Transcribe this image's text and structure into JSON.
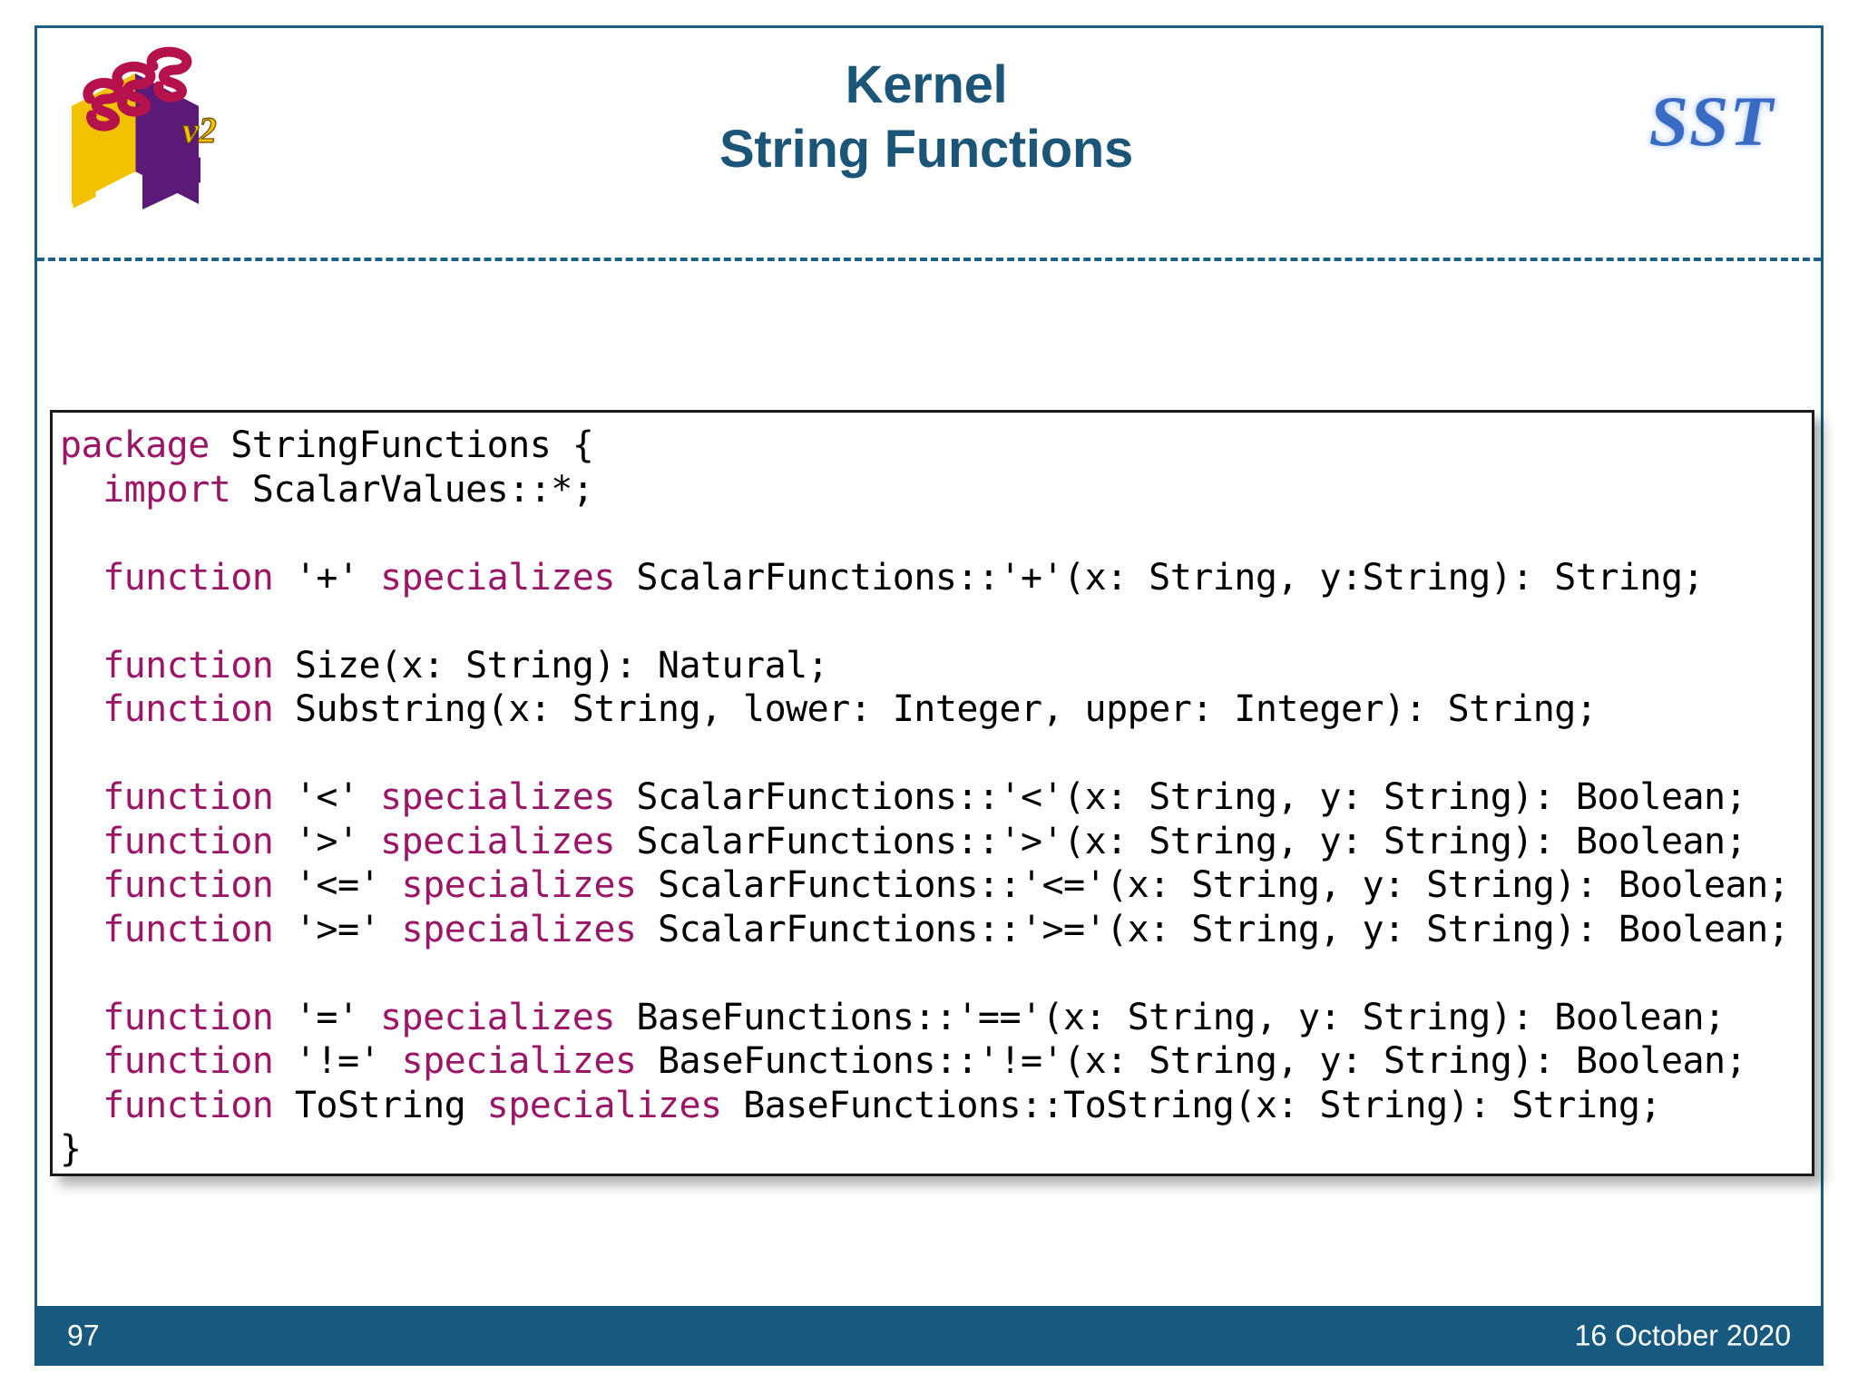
{
  "slide": {
    "border_color": "#1c5e82",
    "background": "#ffffff"
  },
  "header": {
    "logo_alt": "SysML v2 logo",
    "title_line1": "Kernel",
    "title_line2": "String Functions",
    "title_color": "#1b5578",
    "right_logo": "SST",
    "right_logo_color": "#3a6bc4",
    "divider_color": "#1d6285"
  },
  "code_block": {
    "language": "sysml",
    "keyword_color": "#9c1668",
    "text_color": "#000000",
    "border_color": "#1a1a1a",
    "lines": [
      {
        "indent": 0,
        "tokens": [
          {
            "t": "kw",
            "s": "package"
          },
          {
            "t": "pl",
            "s": " StringFunctions {"
          }
        ]
      },
      {
        "indent": 1,
        "tokens": [
          {
            "t": "kw",
            "s": "import"
          },
          {
            "t": "pl",
            "s": " ScalarValues::*;"
          }
        ]
      },
      {
        "indent": 0,
        "tokens": []
      },
      {
        "indent": 1,
        "tokens": [
          {
            "t": "kw",
            "s": "function"
          },
          {
            "t": "pl",
            "s": " '+' "
          },
          {
            "t": "kw",
            "s": "specializes"
          },
          {
            "t": "pl",
            "s": " ScalarFunctions::'+'(x: String, y:String): String;"
          }
        ]
      },
      {
        "indent": 0,
        "tokens": []
      },
      {
        "indent": 1,
        "tokens": [
          {
            "t": "kw",
            "s": "function"
          },
          {
            "t": "pl",
            "s": " Size(x: String): Natural;"
          }
        ]
      },
      {
        "indent": 1,
        "tokens": [
          {
            "t": "kw",
            "s": "function"
          },
          {
            "t": "pl",
            "s": " Substring(x: String, lower: Integer, upper: Integer): String;"
          }
        ]
      },
      {
        "indent": 0,
        "tokens": []
      },
      {
        "indent": 1,
        "tokens": [
          {
            "t": "kw",
            "s": "function"
          },
          {
            "t": "pl",
            "s": " '<' "
          },
          {
            "t": "kw",
            "s": "specializes"
          },
          {
            "t": "pl",
            "s": " ScalarFunctions::'<'(x: String, y: String): Boolean;"
          }
        ]
      },
      {
        "indent": 1,
        "tokens": [
          {
            "t": "kw",
            "s": "function"
          },
          {
            "t": "pl",
            "s": " '>' "
          },
          {
            "t": "kw",
            "s": "specializes"
          },
          {
            "t": "pl",
            "s": " ScalarFunctions::'>'(x: String, y: String): Boolean;"
          }
        ]
      },
      {
        "indent": 1,
        "tokens": [
          {
            "t": "kw",
            "s": "function"
          },
          {
            "t": "pl",
            "s": " '<=' "
          },
          {
            "t": "kw",
            "s": "specializes"
          },
          {
            "t": "pl",
            "s": " ScalarFunctions::'<='(x: String, y: String): Boolean;"
          }
        ]
      },
      {
        "indent": 1,
        "tokens": [
          {
            "t": "kw",
            "s": "function"
          },
          {
            "t": "pl",
            "s": " '>=' "
          },
          {
            "t": "kw",
            "s": "specializes"
          },
          {
            "t": "pl",
            "s": " ScalarFunctions::'>='(x: String, y: String): Boolean;"
          }
        ]
      },
      {
        "indent": 0,
        "tokens": []
      },
      {
        "indent": 1,
        "tokens": [
          {
            "t": "kw",
            "s": "function"
          },
          {
            "t": "pl",
            "s": " '=' "
          },
          {
            "t": "kw",
            "s": "specializes"
          },
          {
            "t": "pl",
            "s": " BaseFunctions::'=='(x: String, y: String): Boolean;"
          }
        ]
      },
      {
        "indent": 1,
        "tokens": [
          {
            "t": "kw",
            "s": "function"
          },
          {
            "t": "pl",
            "s": " '!=' "
          },
          {
            "t": "kw",
            "s": "specializes"
          },
          {
            "t": "pl",
            "s": " BaseFunctions::'!='(x: String, y: String): Boolean;"
          }
        ]
      },
      {
        "indent": 1,
        "tokens": [
          {
            "t": "kw",
            "s": "function"
          },
          {
            "t": "pl",
            "s": " ToString "
          },
          {
            "t": "kw",
            "s": "specializes"
          },
          {
            "t": "pl",
            "s": " BaseFunctions::ToString(x: String): String;"
          }
        ]
      },
      {
        "indent": 0,
        "tokens": [
          {
            "t": "pl",
            "s": "}"
          }
        ]
      }
    ]
  },
  "footer": {
    "page_number": "97",
    "date": "16 October 2020",
    "background": "#185a7f",
    "text_color": "#ffffff"
  }
}
